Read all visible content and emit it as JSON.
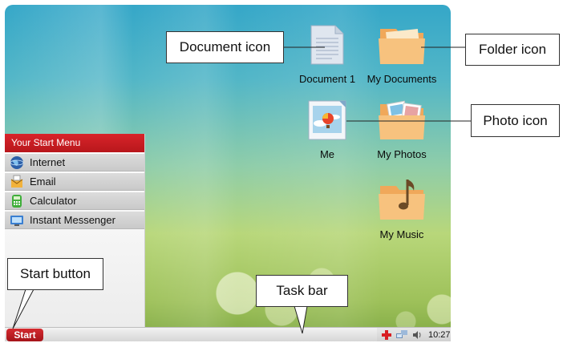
{
  "desktop": {
    "icons": [
      {
        "label": "Document 1",
        "icon": "document-icon"
      },
      {
        "label": "My Documents",
        "icon": "folder-icon"
      },
      {
        "label": "Me",
        "icon": "photo-icon"
      },
      {
        "label": "My Photos",
        "icon": "photos-folder-icon"
      },
      {
        "label": "My Music",
        "icon": "music-folder-icon"
      }
    ]
  },
  "start_menu": {
    "title": "Your Start Menu",
    "items": [
      {
        "label": "Internet",
        "icon": "globe-icon"
      },
      {
        "label": "Email",
        "icon": "email-icon"
      },
      {
        "label": "Calculator",
        "icon": "calculator-icon"
      },
      {
        "label": "Instant Messenger",
        "icon": "messenger-icon"
      }
    ]
  },
  "taskbar": {
    "start_label": "Start",
    "clock": "10:27",
    "tray_icons": [
      "red-cross-icon",
      "network-icon",
      "speaker-icon"
    ]
  },
  "callouts": {
    "document": "Document icon",
    "folder": "Folder icon",
    "photo": "Photo icon",
    "start": "Start button",
    "taskbar": "Task bar"
  },
  "colors": {
    "accent_red": "#c41e24",
    "folder_orange": "#f5b66a"
  }
}
